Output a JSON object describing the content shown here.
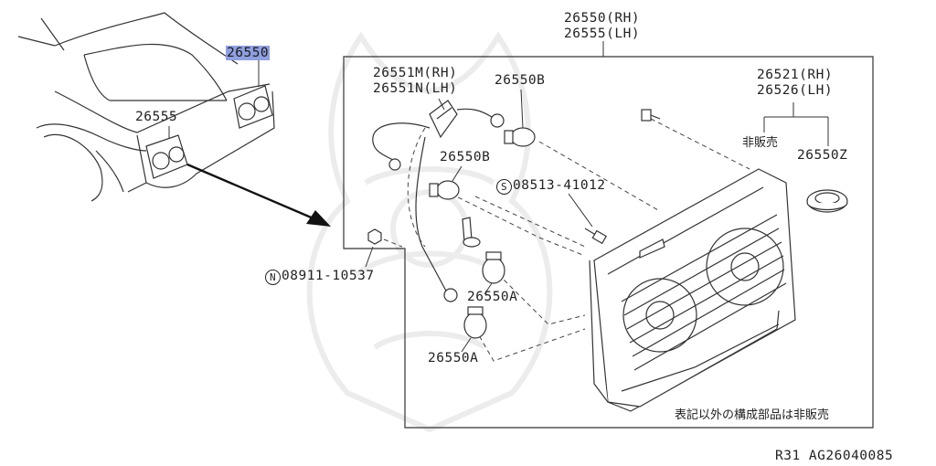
{
  "callouts": {
    "highlighted_part": "26550",
    "rear_lamp_part": "26555",
    "assembly_rh": "26550(RH)",
    "assembly_lh": "26555(LH)",
    "socket_rh": "26551M(RH)",
    "socket_lh": "26551N(LH)",
    "bulb_b_top": "26550B",
    "bulb_b_mid": "26550B",
    "bulb_a_upper": "26550A",
    "bulb_a_lower": "26550A",
    "screw_prefix": "S",
    "screw_number": "08513-41012",
    "nut_prefix": "N",
    "nut_number": "08911-10537",
    "cover_rh": "26521(RH)",
    "cover_lh": "26526(LH)",
    "not_sold": "非販売",
    "grommet": "26550Z",
    "footnote": "表記以外の構成部品は非販売"
  },
  "diagram_code": "R31  AG26040085"
}
